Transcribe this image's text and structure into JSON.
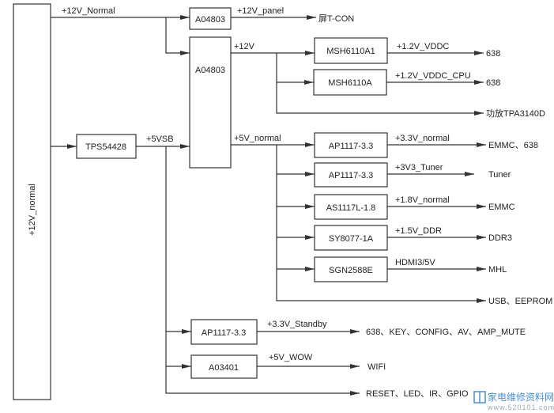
{
  "main_rail": "+12V_normal",
  "inputs": {
    "normal_12v": "+12V_Normal",
    "vsb_5v": "+5VSB"
  },
  "chips": {
    "a04803_panel": "A04803",
    "a04803_main": "A04803",
    "tps54428": "TPS54428",
    "msh6110a1": "MSH6110A1",
    "msh6110a": "MSH6110A",
    "ap1117_normal": "AP1117-3.3",
    "ap1117_tuner": "AP1117-3.3",
    "as1117l": "AS1117L-1.8",
    "sy8077": "SY8077-1A",
    "sgn2588e": "SGN2588E",
    "ap1117_standby": "AP1117-3.3",
    "a03401": "A03401"
  },
  "rails": {
    "panel_12v": "+12V_panel",
    "main_12v": "+12V",
    "normal_5v": "+5V_normal",
    "vddc": "+1.2V_VDDC",
    "vddc_cpu": "+1.2V_VDDC_CPU",
    "normal_3v3": "+3.3V_normal",
    "tuner_3v3": "+3V3_Tuner",
    "normal_1v8": "+1.8V_normal",
    "ddr_1v5": "+1.5V_DDR",
    "hdmi_5v": "HDMI3/5V",
    "standby_3v3": "+3.3V_Standby",
    "wow_5v": "+5V_WOW"
  },
  "loads": {
    "tcon": "屏T-CON",
    "vddc": "638",
    "vddc_cpu": "638",
    "amp": "功放TPA3140D",
    "normal_3v3": "EMMC、638",
    "tuner": "Tuner",
    "normal_1v8": "EMMC",
    "ddr": "DDR3",
    "mhl": "MHL",
    "usb": "USB、EEPROM",
    "standby": "638、KEY、CONFIG、AV、AMP_MUTE",
    "wifi": "WIFI",
    "misc": "RESET、LED、IR、GPIO"
  },
  "watermark": {
    "logo_text": "家电维修资料网",
    "url": "www.520101.com"
  },
  "colors": {
    "line": "#333333",
    "logo": "#4a8fd8"
  }
}
